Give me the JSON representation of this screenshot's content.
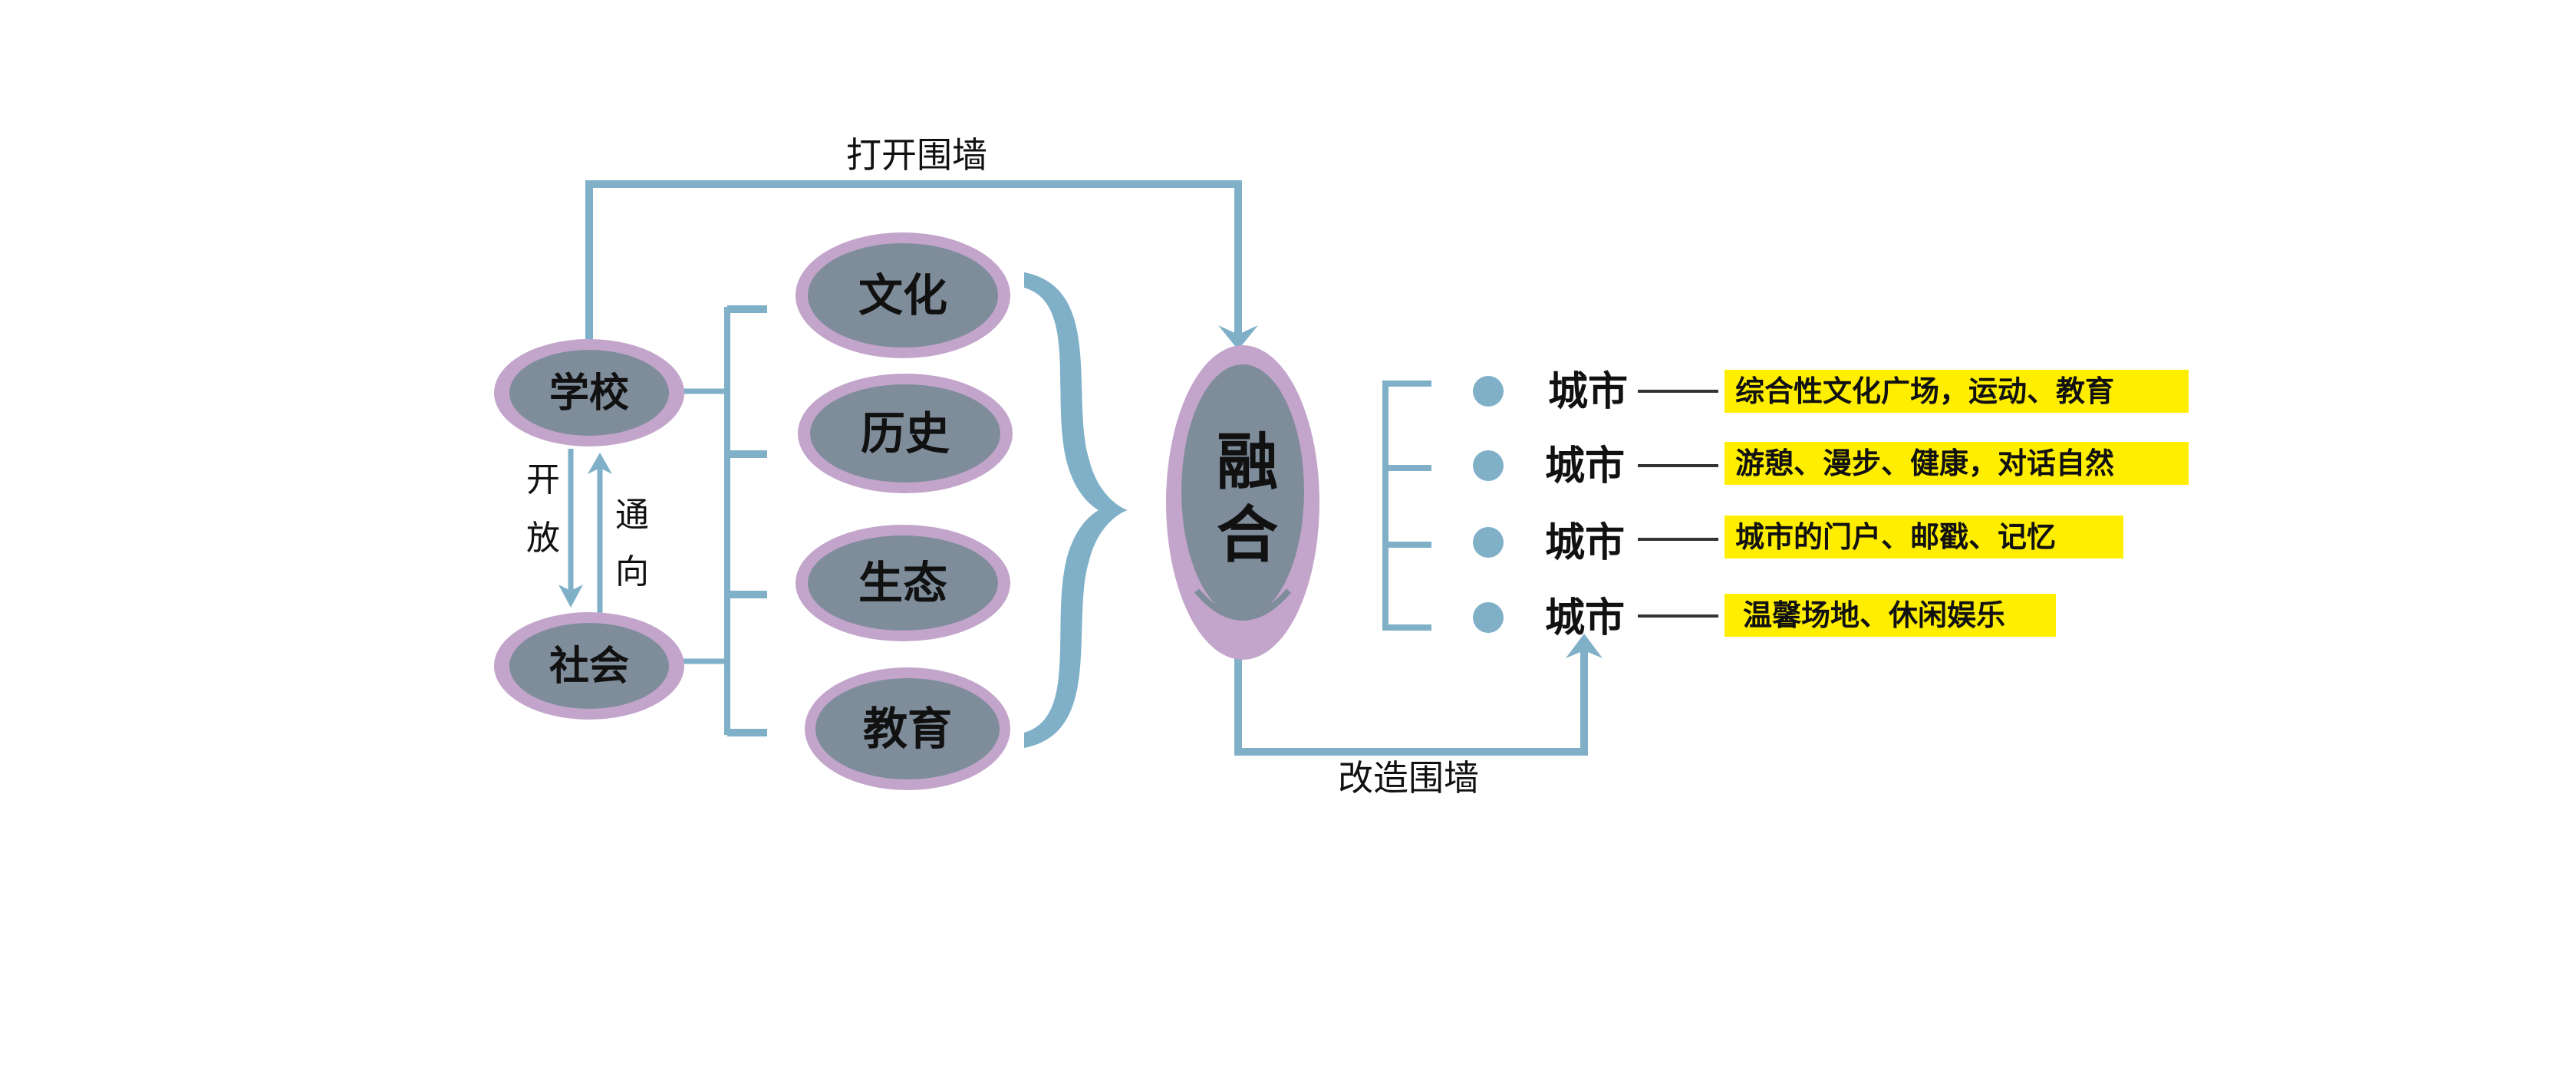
{
  "colors": {
    "line": "#7fb0c8",
    "oval_fill": "#7f8d9b",
    "oval_ring": "#c3a5cc",
    "dot": "#7fb0c8",
    "highlight": "#ffee00",
    "text": "#111111"
  },
  "edges": {
    "top_label": "打开围墙",
    "bottom_label": "改造围墙",
    "down_label": [
      "开",
      "放"
    ],
    "up_label": [
      "通",
      "向"
    ]
  },
  "left_nodes": {
    "school": "学校",
    "society": "社会"
  },
  "middle_nodes": [
    "文化",
    "历史",
    "生态",
    "教育"
  ],
  "center_node": [
    "融",
    "合"
  ],
  "outputs": [
    {
      "city": "城市",
      "text": "综合性文化广场，运动、教育"
    },
    {
      "city": "城市",
      "text": "游憩、漫步、健康，对话自然"
    },
    {
      "city": "城市",
      "text": "城市的门户、邮戳、记忆"
    },
    {
      "city": "城市",
      "text": "温馨场地、休闲娱乐"
    }
  ]
}
